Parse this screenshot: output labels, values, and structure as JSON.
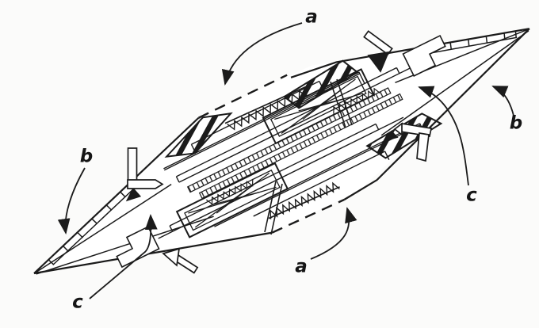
{
  "figure": {
    "kind": "patent-style line drawing of a double-pointed spindle assembly (cutaway view)",
    "background_color": "#fbfbfa",
    "ink_color": "#1b1b1b"
  },
  "labels": {
    "a_top": "a",
    "a_bottom": "a",
    "b_left": "b",
    "b_right": "b",
    "c_right": "c",
    "c_bottom": "c"
  }
}
